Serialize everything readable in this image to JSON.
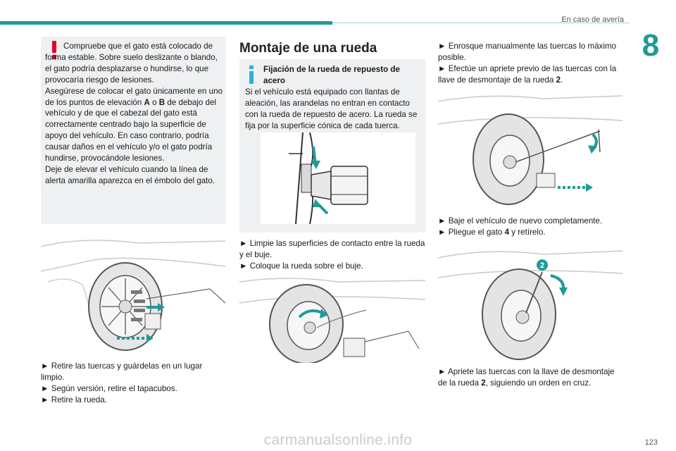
{
  "header": {
    "section_title": "En caso de avería",
    "chapter_number": "8"
  },
  "warning": {
    "icon": "exclamation-warning-icon",
    "lines_first": "Compruebe que el gato está colocado de forma estable. Sobre suelo deslizante o blando, el gato podría desplazarse o hundirse, lo que provocaría riesgo de lesiones.",
    "p2_a": "Asegúrese de colocar el gato únicamente en uno de los puntos de elevación ",
    "p2_A": "A",
    "p2_o": " o ",
    "p2_B": "B",
    "p2_b": " de debajo del vehículo y de que el cabezal del gato está correctamente centrado bajo la superficie de apoyo del vehículo. En caso contrario, podría causar daños en el vehículo y/o el gato podría hundirse, provocándole lesiones.",
    "p3": "Deje de elevar el vehículo cuando la línea de alerta amarilla aparezca en el émbolo del gato."
  },
  "left_steps": [
    "► Retire las tuercas y guárdelas en un lugar limpio.",
    "► Según versión, retire el tapacubos.",
    "► Retire la rueda."
  ],
  "mid": {
    "title": "Montaje de una rueda",
    "info_title": "Fijación de la rueda de repuesto de acero",
    "info_text": "Si el vehículo está equipado con llantas de aleación, las arandelas no entran en contacto con la rueda de repuesto de acero. La rueda se fija por la superficie cónica de cada tuerca.",
    "steps": [
      "► Limpie las superficies de contacto entre la rueda y el buje.",
      "► Coloque la rueda sobre el buje."
    ]
  },
  "right": {
    "steps_top": [
      "► Enrosque manualmente las tuercas lo máximo posible.",
      "► Efectúe un apriete previo de las tuercas con la llave de desmontaje de la rueda "
    ],
    "tool_ref": "2",
    "steps_mid_1": "► Baje el vehículo de nuevo completamente.",
    "steps_mid_2a": "► Pliegue el gato ",
    "steps_mid_2b": "4",
    "steps_mid_2c": " y retírelo.",
    "callout_badge": "2",
    "final_a": "► Apriete las tuercas con la llave de desmontaje de la rueda ",
    "final_b": "2",
    "final_c": ", siguiendo un orden en cruz."
  },
  "page_number": "123",
  "watermark": "carmanualsonline.info",
  "colors": {
    "accent": "#1f9a96",
    "warning": "#e4002b",
    "info": "#2bb0d8"
  }
}
